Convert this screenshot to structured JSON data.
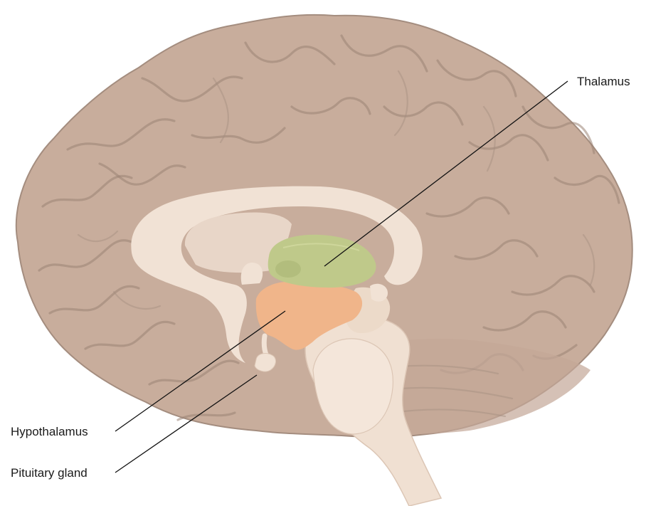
{
  "labels": {
    "thalamus": "Thalamus",
    "hypothalamus": "Hypothalamus",
    "pituitary_gland": "Pituitary gland"
  },
  "colors": {
    "background": "#ffffff",
    "cortex": "#c8ad9c",
    "cortex_outline": "#a48d7f",
    "white_matter": "#f1e2d5",
    "corpus_callosum_inner": "#e6d3c4",
    "brainstem": "#f0e0d2",
    "brainstem_shadow": "#dcc6b5",
    "thalamus": "#bfc98a",
    "hypothalamus": "#f0b58a",
    "leader_line": "#111111",
    "label_text": "#1a1a1a"
  }
}
